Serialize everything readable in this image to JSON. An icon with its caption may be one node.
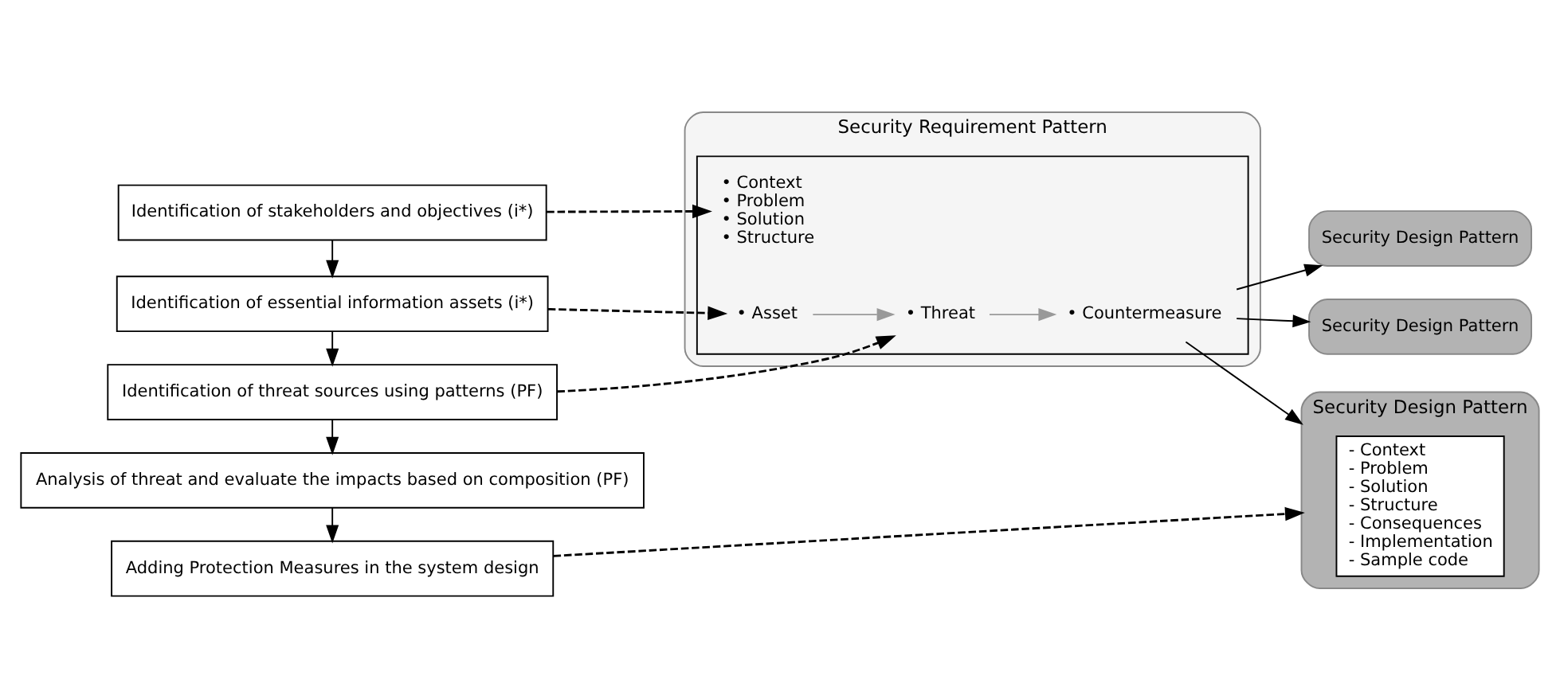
{
  "diagram": {
    "nodes": [
      {
        "text": [
          "Identification of stakeholders and objectives (i*)"
        ]
      },
      {
        "text": [
          "Identification of essential information assets (i*)"
        ]
      },
      {
        "text": [
          "Identification of threat sources using patterns (PF)"
        ]
      },
      {
        "text": [
          "Analysis of threat and evaluate the impacts based on composition (PF)"
        ]
      },
      {
        "text": [
          "Adding Protection Measures in the system design"
        ]
      },
      {
        "text": [
          "Security Requirement Pattern"
        ]
      },
      {
        "text": [],
        "shape": "box",
        "in": 5
      },
      {
        "text": [
          "• Context",
          "• Problem",
          "• Solution",
          "• Structure"
        ],
        "in": 6
      },
      {
        "text": [
          "• Asset"
        ],
        "in": 6
      },
      {
        "text": [
          "• Threat"
        ],
        "in": 6
      },
      {
        "text": [
          "• Countermeasure"
        ],
        "in": 6
      },
      {
        "text": [
          "Security Design Pattern"
        ]
      },
      {
        "text": [
          "- Context",
          "- Problem",
          "- Solution",
          "- Structure",
          "- Consequences",
          "- Implementation",
          "- Sample code"
        ],
        "in": 11
      },
      {
        "text": [
          "Security Design Pattern"
        ]
      },
      {
        "text": [
          "Security Design Pattern"
        ]
      }
    ],
    "edges": [
      {
        "from": 0,
        "to": 1,
        "arrow": "to"
      },
      {
        "from": 1,
        "to": 2,
        "arrow": "to"
      },
      {
        "from": 2,
        "to": 3,
        "arrow": "to"
      },
      {
        "from": 3,
        "to": 4,
        "arrow": "to"
      },
      {
        "from": 0,
        "to": 7,
        "arrow": "to",
        "style": "dashed"
      },
      {
        "from": 1,
        "to": 8,
        "arrow": "to",
        "style": "dashed"
      },
      {
        "from": 2,
        "to": 9,
        "arrow": "to",
        "style": "dashed"
      },
      {
        "from": 8,
        "to": 9,
        "arrow": "to",
        "color": "#999999"
      },
      {
        "from": 9,
        "to": 10,
        "arrow": "to",
        "color": "#999999"
      },
      {
        "from": 10,
        "to": 11,
        "arrow": "to"
      },
      {
        "from": 10,
        "to": 13,
        "arrow": "to"
      },
      {
        "from": 10,
        "to": 14,
        "arrow": "to"
      },
      {
        "from": 4,
        "to": 11,
        "arrow": "to",
        "style": "dashed"
      }
    ]
  }
}
